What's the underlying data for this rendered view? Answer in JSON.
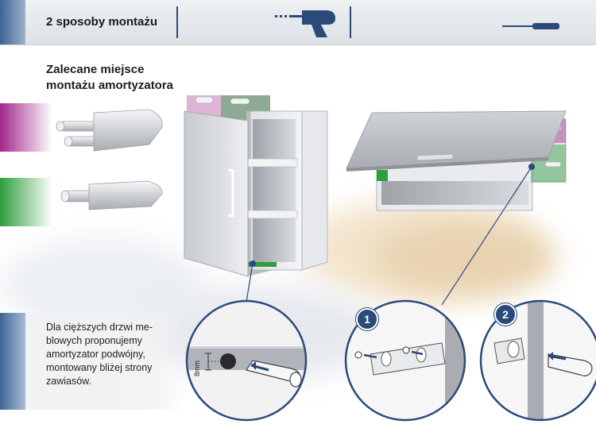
{
  "header": {
    "title": "2 sposoby montażu",
    "icons": [
      "drill-icon",
      "screwdriver-icon"
    ]
  },
  "recommended": {
    "line1": "Zalecane miejsce",
    "line2": "montażu amortyzatora"
  },
  "description": {
    "lines": [
      "Dla cięższych drzwi me-",
      "blowych proponujemy",
      "amortyzator podwójny,",
      "montowany bliżej strony",
      "zawiasów."
    ]
  },
  "detail": {
    "measurement": "8mm"
  },
  "steps": {
    "step1": "1",
    "step2": "2"
  },
  "colors": {
    "accent_blue": "#2b4a7a",
    "magenta": "#a0288c",
    "green": "#2e9e3e"
  }
}
